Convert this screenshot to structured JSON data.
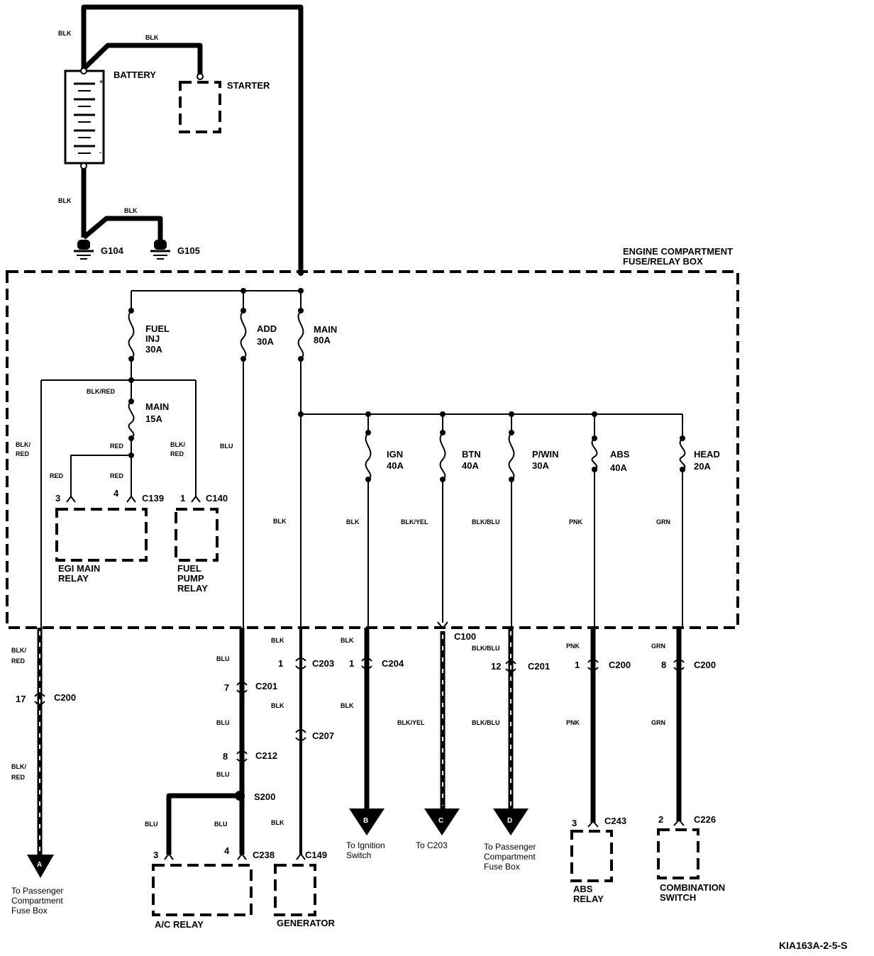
{
  "battery": {
    "label": "BATTERY",
    "plus": "+",
    "minus": "-"
  },
  "starter": {
    "label": "STARTER"
  },
  "grounds": {
    "g104": "G104",
    "g105": "G105"
  },
  "wires": {
    "blk": "BLK",
    "blk_red": "BLK/RED",
    "blk_slash": "BLK/",
    "red_part": "RED",
    "red": "RED",
    "blu": "BLU",
    "blk_yel": "BLK/YEL",
    "blk_blu": "BLK/BLU",
    "pnk": "PNK",
    "grn": "GRN"
  },
  "fuse_box": {
    "line1": "ENGINE COMPARTMENT",
    "line2": "FUSE/RELAY BOX"
  },
  "fuses": [
    {
      "name": "FUEL",
      "name2": "INJ",
      "rating": "30A"
    },
    {
      "name": "ADD",
      "rating": "30A"
    },
    {
      "name": "MAIN",
      "rating": "80A"
    },
    {
      "name": "MAIN",
      "rating": "15A"
    },
    {
      "name": "IGN",
      "rating": "40A"
    },
    {
      "name": "BTN",
      "rating": "40A"
    },
    {
      "name": "P/WIN",
      "rating": "30A"
    },
    {
      "name": "ABS",
      "rating": "40A"
    },
    {
      "name": "HEAD",
      "rating": "20A"
    }
  ],
  "relays": {
    "egi": {
      "line1": "EGI MAIN",
      "line2": "RELAY"
    },
    "fuel_pump": {
      "line1": "FUEL",
      "line2": "PUMP",
      "line3": "RELAY"
    },
    "ac": {
      "label": "A/C RELAY"
    },
    "generator": {
      "label": "GENERATOR"
    },
    "abs": {
      "line1": "ABS",
      "line2": "RELAY"
    },
    "combo": {
      "line1": "COMBINATION",
      "line2": "SWITCH"
    }
  },
  "connectors": {
    "c139": "C139",
    "c140": "C140",
    "c200": "C200",
    "c201": "C201",
    "c203": "C203",
    "c204": "C204",
    "c207": "C207",
    "c212": "C212",
    "s200": "S200",
    "c238": "C238",
    "c149": "C149",
    "c100": "C100",
    "c243": "C243",
    "c226": "C226"
  },
  "pins": {
    "p3": "3",
    "p4": "4",
    "p1": "1",
    "p17": "17",
    "p7": "7",
    "p8": "8",
    "p12": "12",
    "p2": "2"
  },
  "destinations": {
    "a": {
      "letter": "A",
      "line1": "To Passenger",
      "line2": "Compartment",
      "line3": "Fuse Box"
    },
    "b": {
      "letter": "B",
      "line1": "To Ignition",
      "line2": "Switch"
    },
    "c": {
      "letter": "C",
      "line1": "To C203"
    },
    "d": {
      "letter": "D",
      "line1": "To Passenger",
      "line2": "Compartment",
      "line3": "Fuse Box"
    }
  },
  "figure_id": "KIA163A-2-5-S"
}
